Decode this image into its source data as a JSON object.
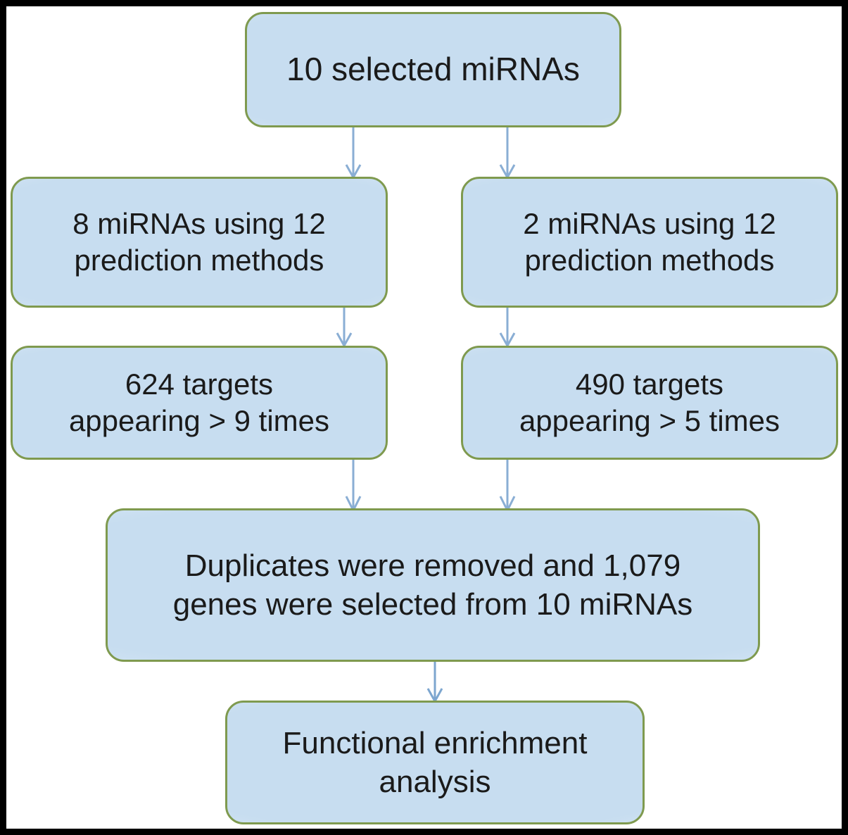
{
  "figure": {
    "type": "flowchart",
    "title": "miRNA target prediction and functional enrichment workflow",
    "border_color": "#000000",
    "node_fill_color": "#c7ddf0",
    "node_border_color": "#7f9a4f",
    "arrow_color": "#8aaed4",
    "text_color": "#1a1a1a"
  },
  "nodes": {
    "top": {
      "id": "node-top",
      "text": "10 selected miRNAs"
    },
    "left_1": {
      "id": "node-left-1",
      "text": "8 miRNAs using 12\nprediction methods"
    },
    "right_1": {
      "id": "node-right-1",
      "text": "2 miRNAs using 12\nprediction methods"
    },
    "left_2": {
      "id": "node-left-2",
      "text": "624 targets\nappearing > 9 times"
    },
    "right_2": {
      "id": "node-right-2",
      "text": "490 targets\nappearing > 5 times"
    },
    "merge": {
      "id": "node-merge",
      "text": "Duplicates were removed and 1,079\ngenes were selected from 10 miRNAs"
    },
    "final": {
      "id": "node-final",
      "text": "Functional enrichment\nanalysis"
    }
  },
  "edges": [
    {
      "from": "top",
      "to": "left_1",
      "name": "arrow-top-to-left-1"
    },
    {
      "from": "top",
      "to": "right_1",
      "name": "arrow-top-to-right-1"
    },
    {
      "from": "left_1",
      "to": "left_2",
      "name": "arrow-left-1-to-left-2"
    },
    {
      "from": "right_1",
      "to": "right_2",
      "name": "arrow-right-1-to-right-2"
    },
    {
      "from": "left_2",
      "to": "merge",
      "name": "arrow-left-2-to-merge"
    },
    {
      "from": "right_2",
      "to": "merge",
      "name": "arrow-right-2-to-merge"
    },
    {
      "from": "merge",
      "to": "final",
      "name": "arrow-merge-to-final"
    }
  ]
}
